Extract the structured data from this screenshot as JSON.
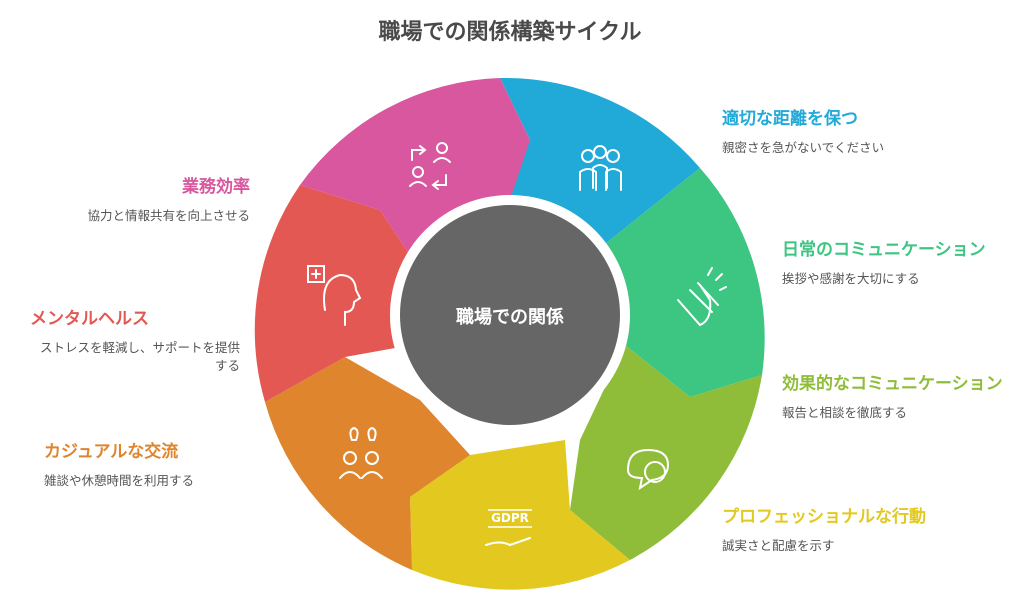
{
  "title": "職場での関係構築サイクル",
  "center_label": "職場での関係",
  "colors": {
    "blue": "#21a9d8",
    "green_teal": "#3dc582",
    "green": "#8fbd3a",
    "yellow": "#e3c91f",
    "orange": "#df852e",
    "red": "#e35852",
    "pink": "#d8579f",
    "center": "#666666"
  },
  "items": [
    {
      "title": "適切な距離を保つ",
      "desc": "親密さを急がないでください",
      "color": "#21a9d8",
      "icon": "people-group-icon"
    },
    {
      "title": "日常のコミュニケーション",
      "desc": "挨拶や感謝を大切にする",
      "color": "#3dc582",
      "icon": "clapping-hands-icon"
    },
    {
      "title": "効果的なコミュニケーション",
      "desc": "報告と相談を徹底する",
      "color": "#8fbd3a",
      "icon": "speech-bubbles-icon"
    },
    {
      "title": "プロフェッショナルな行動",
      "desc": "誠実さと配慮を示す",
      "color": "#e3c91f",
      "icon": "gdpr-hand-icon",
      "icon_text": "GDPR"
    },
    {
      "title": "カジュアルな交流",
      "desc": "雑談や休憩時間を利用する",
      "color": "#df852e",
      "icon": "chatting-people-icon"
    },
    {
      "title": "メンタルヘルス",
      "desc": "ストレスを軽減し、サポートを提供する",
      "color": "#e35852",
      "icon": "mental-health-icon"
    },
    {
      "title": "業務効率",
      "desc": "協力と情報共有を向上させる",
      "color": "#d8579f",
      "icon": "collaboration-exchange-icon"
    }
  ]
}
